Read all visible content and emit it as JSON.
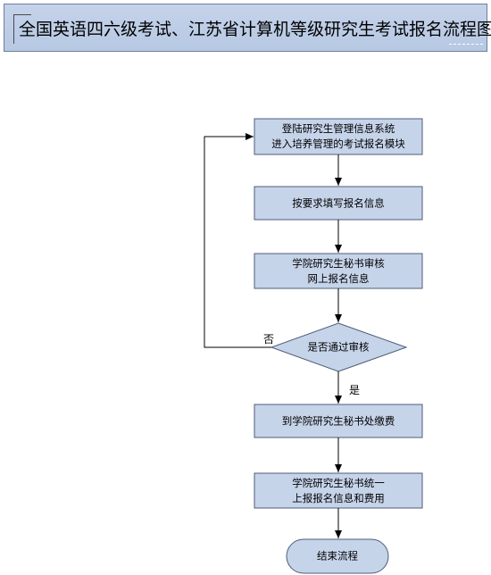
{
  "title": "全国英语四六级考试、江苏省计算机等级研究生考试报名流程图",
  "colors": {
    "title_bg": "#b9c9e4",
    "node_fill": "#c6d4ea",
    "node_stroke": "#4d5d78",
    "line": "#000000"
  },
  "nodes": [
    {
      "id": "login",
      "lines": [
        "登陆研究生管理信息系统",
        "进入培养管理的考试报名模块"
      ]
    },
    {
      "id": "fill",
      "lines": [
        "按要求填写报名信息"
      ]
    },
    {
      "id": "secretary-review",
      "lines": [
        "学院研究生秘书审核",
        "网上报名信息"
      ]
    },
    {
      "id": "approved",
      "lines": [
        "是否通过审核"
      ]
    },
    {
      "id": "pay",
      "lines": [
        "到学院研究生秘书处缴费"
      ]
    },
    {
      "id": "submit",
      "lines": [
        "学院研究生秘书统一",
        "上报报名信息和费用"
      ]
    },
    {
      "id": "end",
      "lines": [
        "结束流程"
      ]
    }
  ],
  "edge_labels": {
    "no": "否",
    "yes": "是"
  }
}
